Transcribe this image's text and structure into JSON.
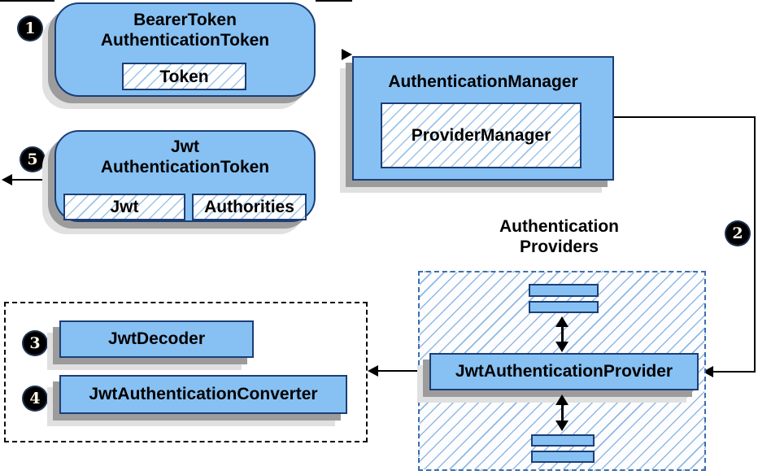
{
  "nodes": {
    "bearer_token": {
      "line1": "BearerToken",
      "line2": "AuthenticationToken",
      "field_token": "Token"
    },
    "authentication_manager": {
      "title": "AuthenticationManager",
      "field_provider_manager": "ProviderManager"
    },
    "jwt_authentication_token": {
      "line1": "Jwt",
      "line2": "AuthenticationToken",
      "field_jwt": "Jwt",
      "field_authorities": "Authorities"
    },
    "jwt_decoder": {
      "label": "JwtDecoder"
    },
    "jwt_authentication_converter": {
      "label": "JwtAuthenticationConverter"
    },
    "jwt_authentication_provider": {
      "label": "JwtAuthenticationProvider"
    },
    "authentication_providers_label": {
      "line1": "Authentication",
      "line2": "Providers"
    }
  },
  "steps": {
    "s1": "1",
    "s2": "2",
    "s3": "3",
    "s4": "4",
    "s5": "5"
  },
  "colors": {
    "node_fill": "#87c1f3",
    "node_border": "#1c3e75",
    "hatch_line": "#9cc3e8",
    "providers_dashed_border": "#3b6db0",
    "dotted_border": "#0a0a0a",
    "shadow_dark": "#9c9c9c",
    "shadow_light": "#e0e0e0",
    "connector": "#000000",
    "badge_background": "#000000",
    "badge_text": "#ffffff"
  }
}
